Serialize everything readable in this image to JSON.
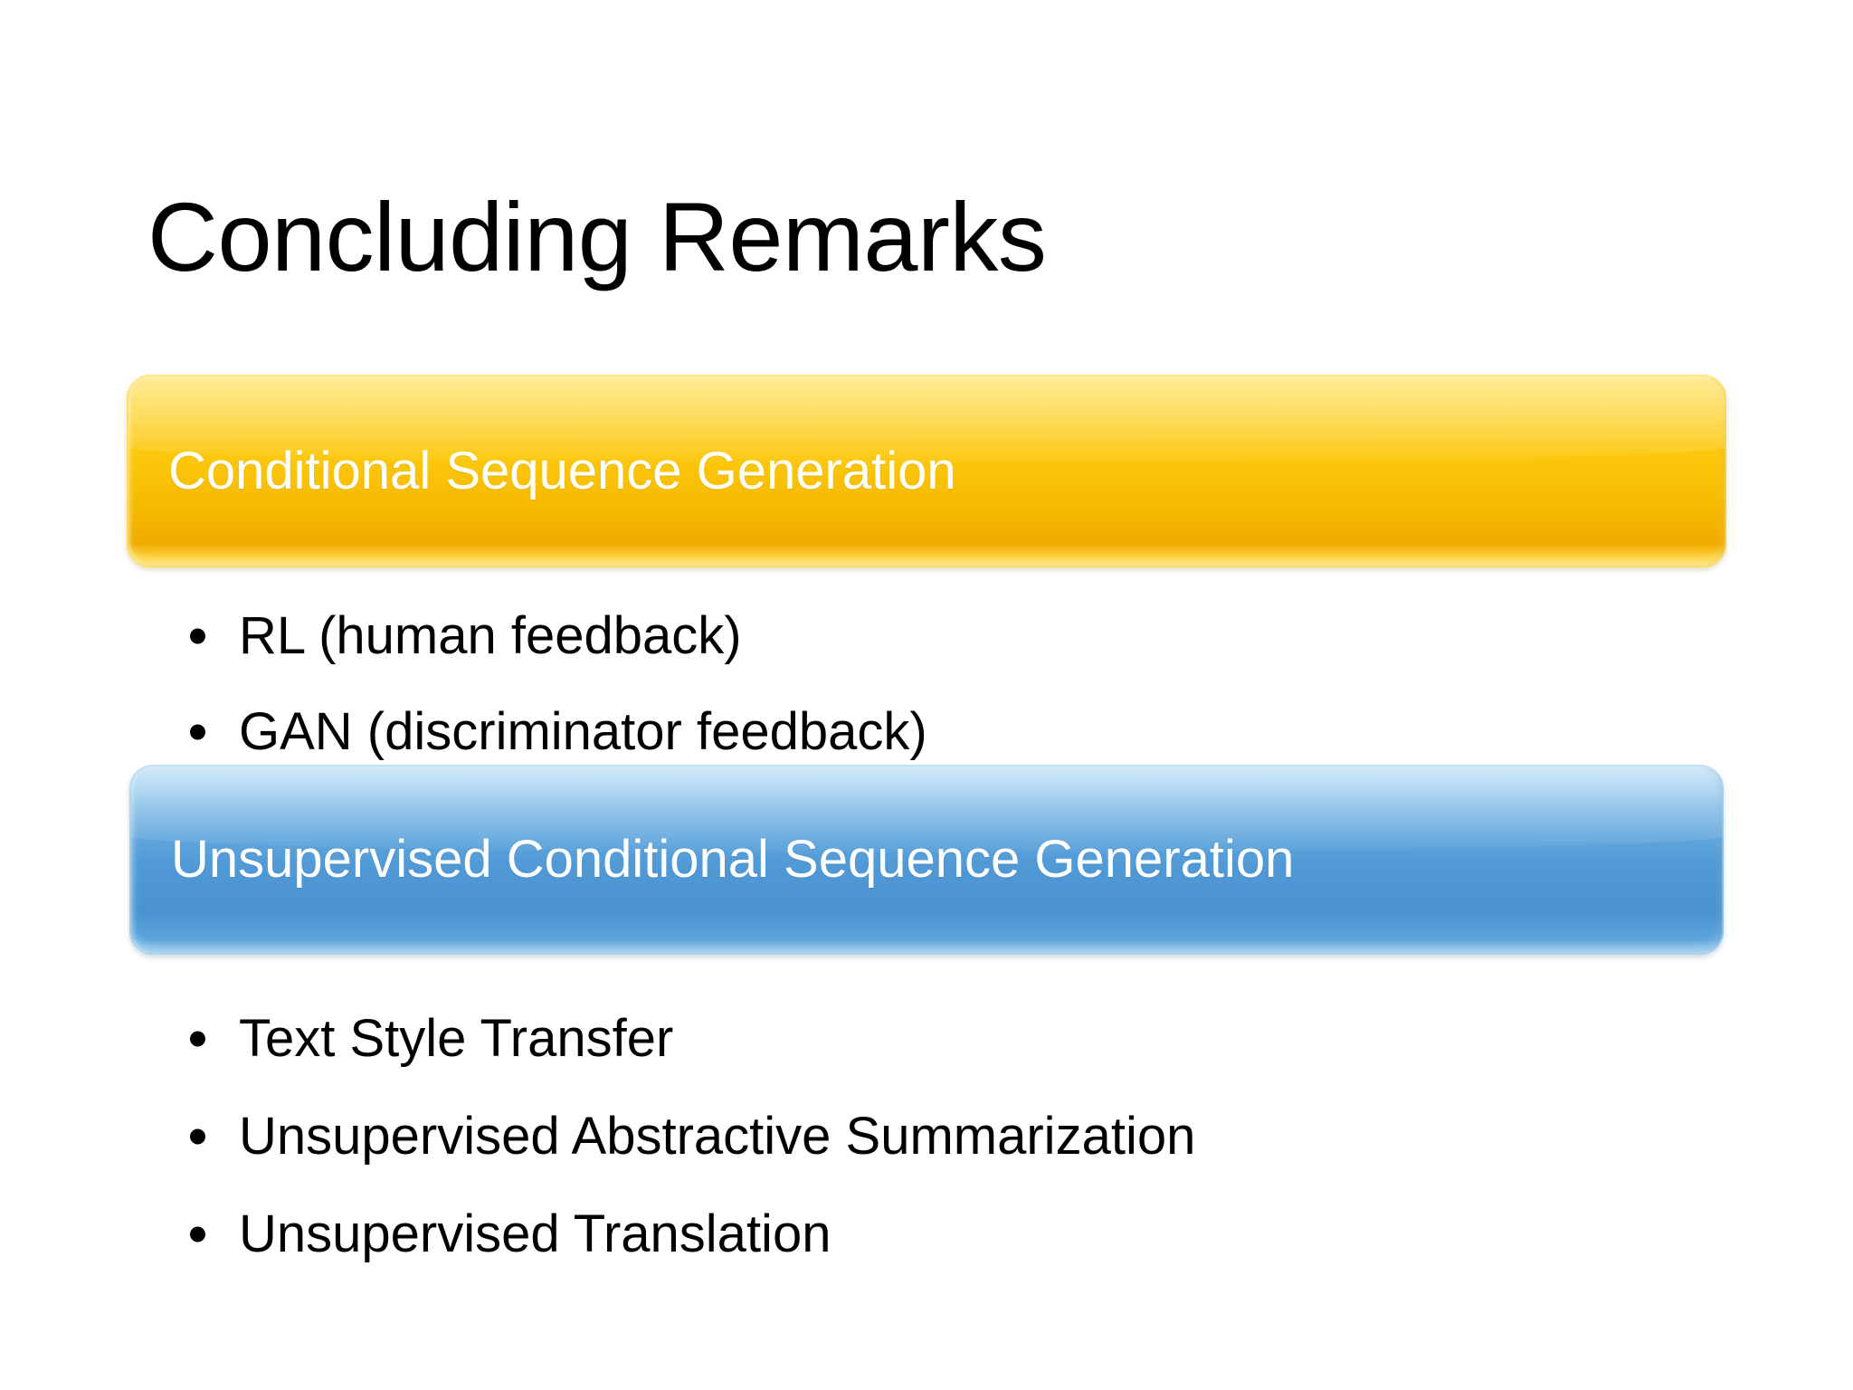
{
  "slide": {
    "title": "Concluding Remarks",
    "background_color": "#ffffff",
    "sections": [
      {
        "id": "conditional",
        "banner_label": "Conditional Sequence Generation",
        "banner_color": "#f5b800",
        "banner_text_color": "#ffffff",
        "bullets": [
          "RL (human feedback)",
          "GAN (discriminator feedback)"
        ]
      },
      {
        "id": "unsupervised",
        "banner_label": "Unsupervised Conditional Sequence Generation",
        "banner_color": "#4a92d0",
        "banner_text_color": "#ffffff",
        "bullets": [
          "Text Style Transfer",
          "Unsupervised Abstractive Summarization",
          "Unsupervised Translation"
        ]
      }
    ]
  }
}
